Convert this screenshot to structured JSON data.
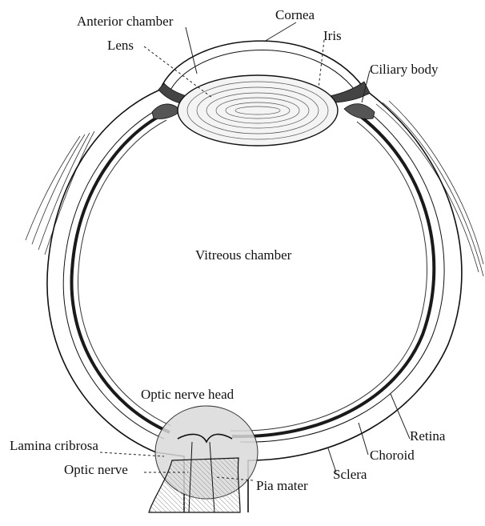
{
  "labels": {
    "anterior_chamber": "Anterior chamber",
    "cornea": "Cornea",
    "iris": "Iris",
    "lens": "Lens",
    "ciliary_body": "Ciliary body",
    "vitreous_chamber": "Vitreous chamber",
    "optic_nerve_head": "Optic nerve head",
    "lamina_cribrosa": "Lamina cribrosa",
    "optic_nerve": "Optic nerve",
    "retina": "Retina",
    "choroid": "Choroid",
    "sclera": "Sclera",
    "pia_mater": "Pia mater"
  },
  "colors": {
    "ink": "#111111",
    "optic_nerve_head_fill": "#d9d9d9",
    "choroid_band": "#1a1a1a",
    "lens_fill": "#f4f4f4"
  }
}
